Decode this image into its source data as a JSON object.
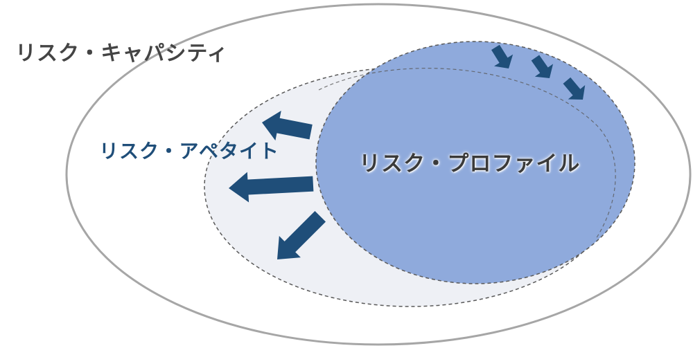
{
  "labels": {
    "capacity": "リスク・キャパシティ",
    "appetite": "リスク・アペタイト",
    "profile": "リスク・プロファイル"
  },
  "colors": {
    "capacity_stroke": "#a6a6a6",
    "appetite_fill": "#eef0f5",
    "dashed_stroke": "#595959",
    "profile_fill": "#8faadc",
    "arrow_fill": "#1f4e79",
    "capacity_text": "#444444",
    "appetite_text": "#1f4e79",
    "profile_text": "#3a3a3a"
  },
  "icons": {
    "outward_arrows": "arrow-left-icon",
    "inward_arrows": "arrow-down-right-icon"
  }
}
